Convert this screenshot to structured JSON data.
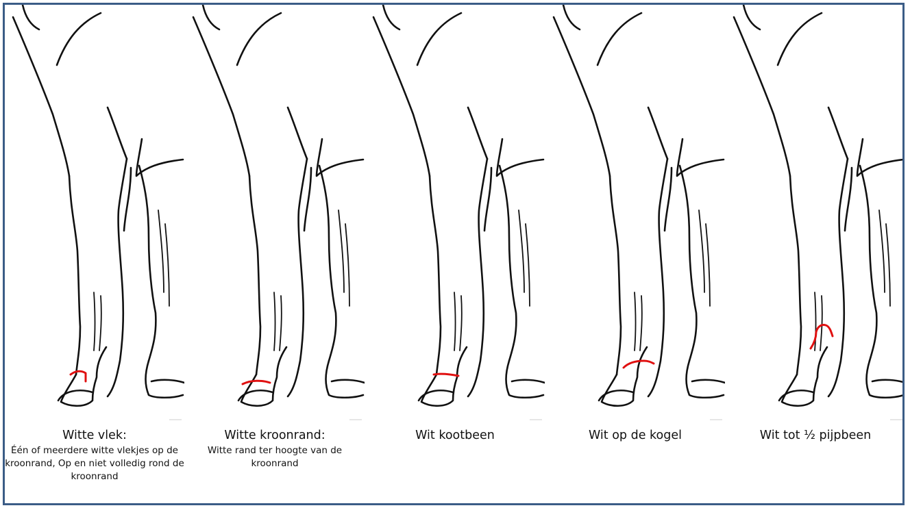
{
  "markings": [
    {
      "title": "Witte vlek:",
      "description": "Één of meerdere witte vlekjes op de kroonrand, Op en niet volledig rond de kroonrand",
      "marking_level": "spot on coronet"
    },
    {
      "title": "Witte kroonrand:",
      "description": "Witte rand ter hoogte van de kroonrand",
      "marking_level": "coronet"
    },
    {
      "title": "Wit kootbeen",
      "description": "",
      "marking_level": "pastern"
    },
    {
      "title": "Wit op de kogel",
      "description": "",
      "marking_level": "fetlock"
    },
    {
      "title": "Wit tot ½ pijpbeen",
      "description": "",
      "marking_level": "half cannon"
    }
  ],
  "colors": {
    "marking": "#e01010",
    "frame": "#3b5c86",
    "outline": "#111111"
  }
}
